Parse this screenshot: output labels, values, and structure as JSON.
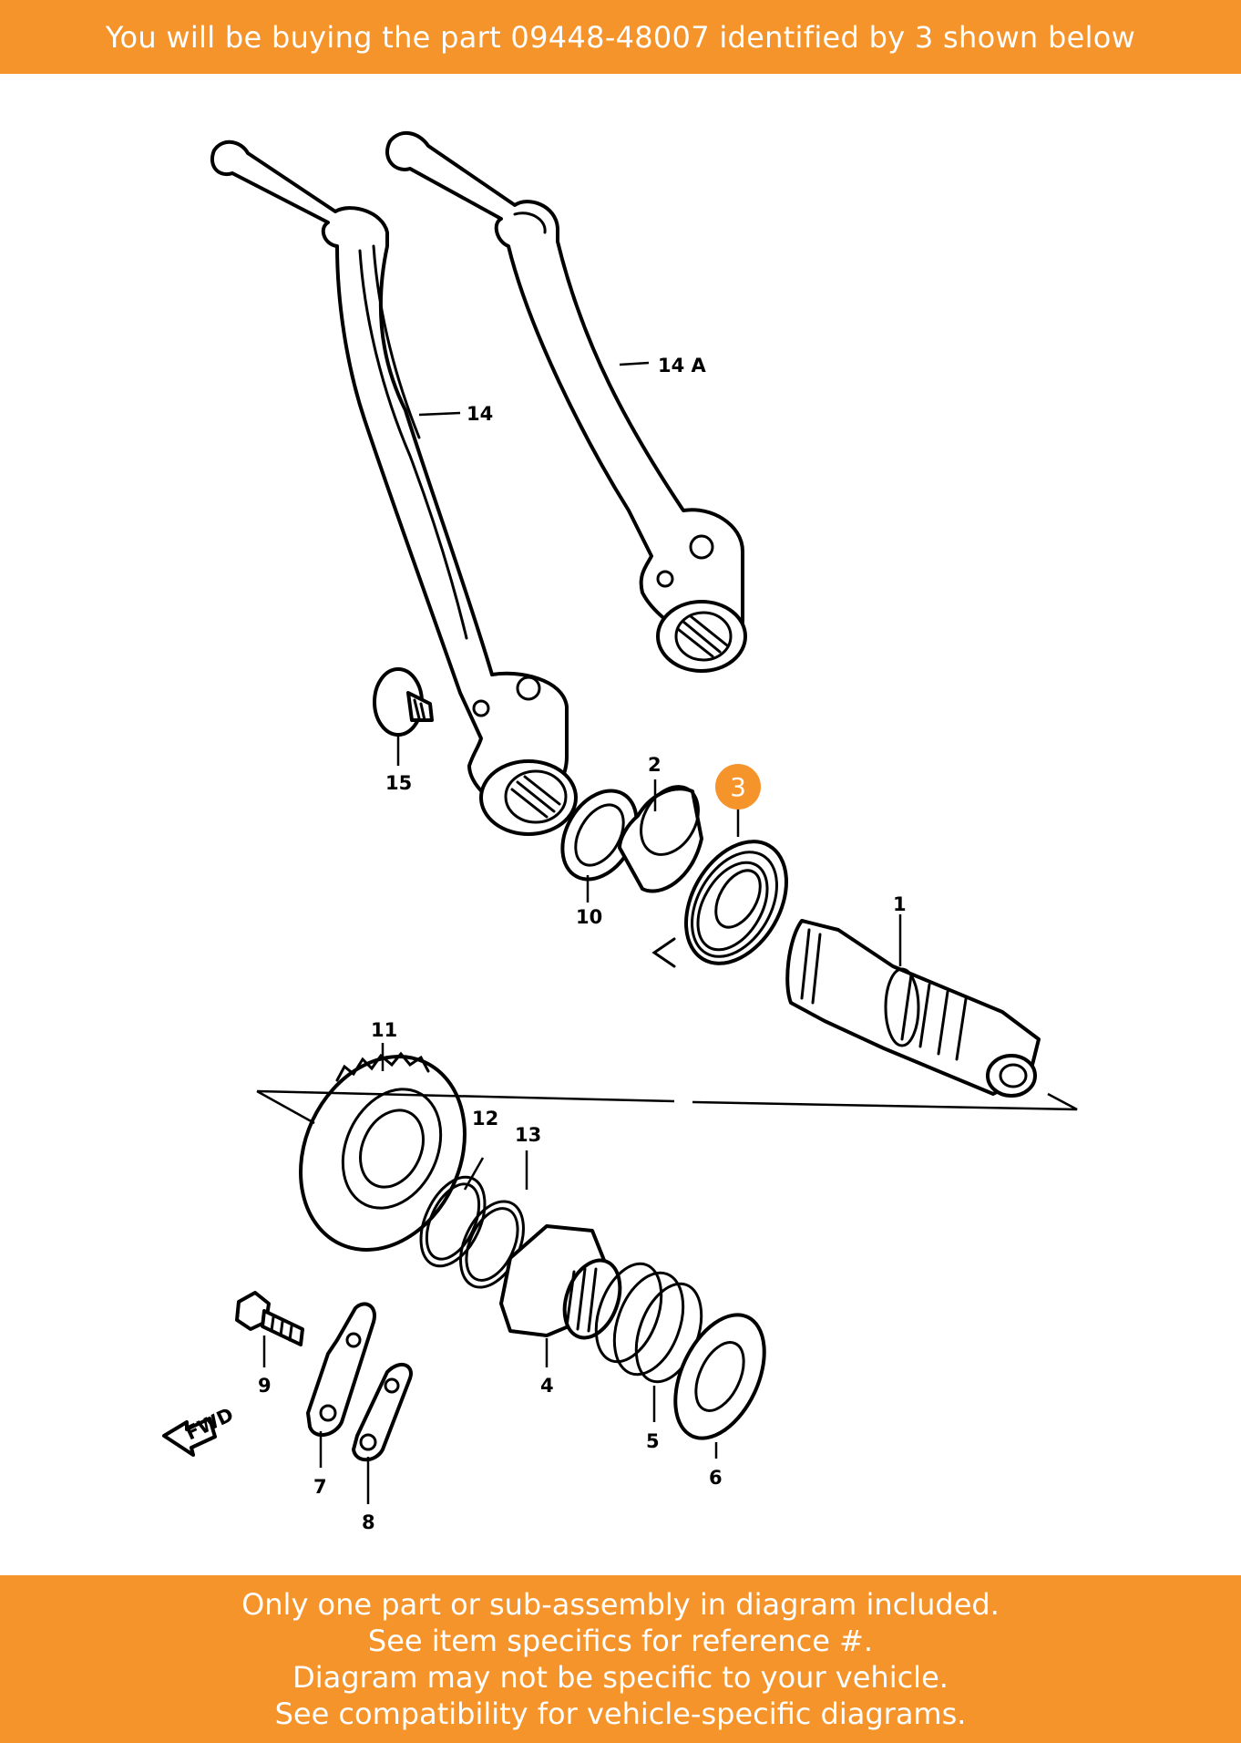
{
  "header": {
    "text": "You will be buying the part 09448-48007 identified by 3 shown below"
  },
  "highlight": {
    "number": "3",
    "color": "#f4942b"
  },
  "labels": {
    "p1": "1",
    "p2": "2",
    "p4": "4",
    "p5": "5",
    "p6": "6",
    "p7": "7",
    "p8": "8",
    "p9": "9",
    "p10": "10",
    "p11": "11",
    "p12": "12",
    "p13": "13",
    "p14": "14",
    "p14a": "14 A",
    "p15": "15",
    "fwd": "FWD"
  },
  "footer": {
    "lines": [
      "Only one part or sub-assembly in diagram included.",
      "See item specifics for reference #.",
      "Diagram may not be specific to your vehicle.",
      "See compatibility for vehicle-specific diagrams."
    ]
  }
}
